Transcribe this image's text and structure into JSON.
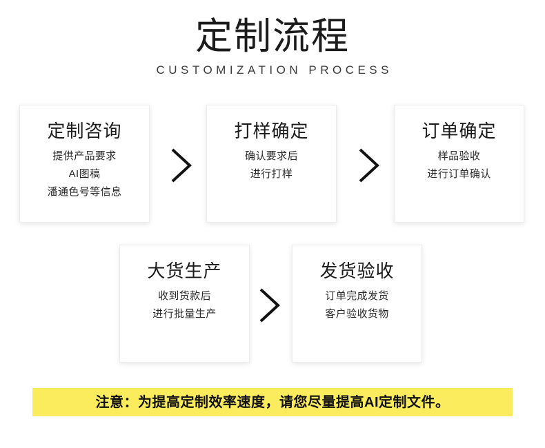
{
  "header": {
    "title": "定制流程",
    "subtitle": "CUSTOMIZATION PROCESS"
  },
  "steps": [
    {
      "id": "step-1",
      "title": "定制咨询",
      "lines": [
        "提供产品要求",
        "AI图稿",
        "潘通色号等信息"
      ]
    },
    {
      "id": "step-2",
      "title": "打样确定",
      "lines": [
        "确认要求后",
        "进行打样"
      ]
    },
    {
      "id": "step-3",
      "title": "订单确定",
      "lines": [
        "样品验收",
        "进行订单确认"
      ]
    },
    {
      "id": "step-4",
      "title": "大货生产",
      "lines": [
        "收到货款后",
        "进行批量生产"
      ]
    },
    {
      "id": "step-5",
      "title": "发货验收",
      "lines": [
        "订单完成发货",
        "客户验收货物"
      ]
    }
  ],
  "connectors": [
    {
      "icon": "chevron-right-icon"
    },
    {
      "icon": "chevron-right-icon"
    },
    {
      "icon": "chevron-right-icon"
    }
  ],
  "note": {
    "text": "注意：为提高定制效率速度，请您尽量提高AI定制文件。",
    "background_color": "#faec5c",
    "text_color": "#111111"
  },
  "colors": {
    "page_background": "#ffffff",
    "box_background": "#ffffff",
    "box_border": "#ececec",
    "title_text": "#1b1b1b",
    "body_text": "#2b2b2b",
    "accent_yellow": "#faec5c"
  }
}
